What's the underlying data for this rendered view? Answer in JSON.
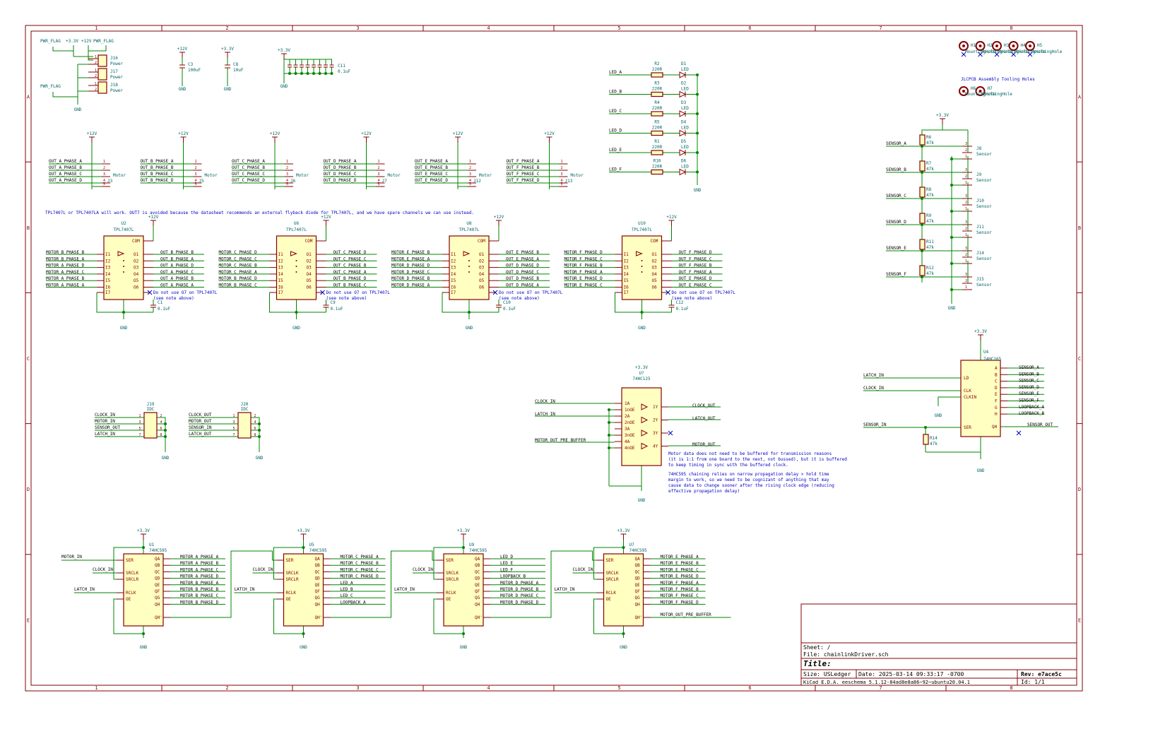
{
  "colors": {
    "frame": "#840000",
    "wire": "#008400",
    "label": "#000000",
    "part": "#840000",
    "body": "#ffffc2",
    "pin": "#840000",
    "power": "#006464",
    "note": "#0000c2",
    "ref": "#006464"
  },
  "frame": {
    "cols": [
      "1",
      "2",
      "3",
      "4",
      "5",
      "6",
      "7",
      "8"
    ],
    "rows": [
      "A",
      "B",
      "C",
      "D",
      "E"
    ]
  },
  "title_block": {
    "sheet": "Sheet: /",
    "file": "File: chainlinkDriver.sch",
    "title": "Title:",
    "size": "Size: USLedger",
    "date": "Date: 2025-03-14 09:33:17 -0700",
    "rev": "Rev: e7ace5c",
    "tool": "KiCad E.D.A.  eeschema 5.1.12-84ad8e8a86~92~ubuntu20.04.1",
    "id": "Id: 1/1"
  },
  "power_flags": {
    "pwr_flag": "PWR_FLAG",
    "p33": "+3.3V",
    "p12": "+12V",
    "gnd": "GND",
    "connectors": [
      {
        "ref": "J16",
        "val": "Power"
      },
      {
        "ref": "J17",
        "val": "Power"
      },
      {
        "ref": "J18",
        "val": "Power"
      }
    ]
  },
  "caps": {
    "c3": {
      "ref": "C3",
      "val": "100uF"
    },
    "c8": {
      "ref": "C8",
      "val": "10uF"
    },
    "c11": {
      "ref": "C11",
      "val": "0.1uF"
    }
  },
  "motor_connectors": [
    {
      "ref": "J3",
      "val": "Motor",
      "pins": [
        "OUT_A_PHASE_A",
        "OUT_A_PHASE_B",
        "OUT_A_PHASE_C",
        "OUT_A_PHASE_D"
      ]
    },
    {
      "ref": "J5",
      "val": "Motor",
      "pins": [
        "OUT_B_PHASE_A",
        "OUT_B_PHASE_B",
        "OUT_B_PHASE_C",
        "OUT_B_PHASE_D"
      ]
    },
    {
      "ref": "J6",
      "val": "Motor",
      "pins": [
        "OUT_C_PHASE_A",
        "OUT_C_PHASE_B",
        "OUT_C_PHASE_C",
        "OUT_C_PHASE_D"
      ]
    },
    {
      "ref": "J7",
      "val": "Motor",
      "pins": [
        "OUT_D_PHASE_A",
        "OUT_D_PHASE_B",
        "OUT_D_PHASE_C",
        "OUT_D_PHASE_D"
      ]
    },
    {
      "ref": "J12",
      "val": "Motor",
      "pins": [
        "OUT_E_PHASE_A",
        "OUT_E_PHASE_B",
        "OUT_E_PHASE_C",
        "OUT_E_PHASE_D"
      ]
    },
    {
      "ref": "J13",
      "val": "Motor",
      "pins": [
        "OUT_F_PHASE_A",
        "OUT_F_PHASE_B",
        "OUT_F_PHASE_C",
        "OUT_F_PHASE_D"
      ]
    }
  ],
  "note_tpl": "TPL7407L or TPL7407LA will work. OUT7 is avoided because the datasheet recommends an external flyback diode for TPL7407L, and we have spare channels we can use instead.",
  "drivers": [
    {
      "ref": "U2",
      "cap": "C1",
      "inputs": [
        "MOTOR_B_PHASE_B",
        "MOTOR_B_PHASE_A",
        "MOTOR_A_PHASE_D",
        "MOTOR_A_PHASE_C",
        "MOTOR_A_PHASE_B",
        "MOTOR_A_PHASE_A"
      ],
      "outputs": [
        "OUT_B_PHASE_B",
        "OUT_B_PHASE_A",
        "OUT_A_PHASE_D",
        "OUT_A_PHASE_C",
        "OUT_A_PHASE_B",
        "OUT_A_PHASE_A"
      ]
    },
    {
      "ref": "U6",
      "cap": "C9",
      "inputs": [
        "MOTOR_C_PHASE_D",
        "MOTOR_C_PHASE_C",
        "MOTOR_C_PHASE_B",
        "MOTOR_C_PHASE_A",
        "MOTOR_B_PHASE_D",
        "MOTOR_B_PHASE_C"
      ],
      "outputs": [
        "OUT_C_PHASE_D",
        "OUT_C_PHASE_C",
        "OUT_C_PHASE_B",
        "OUT_C_PHASE_A",
        "OUT_B_PHASE_D",
        "OUT_B_PHASE_C"
      ]
    },
    {
      "ref": "U8",
      "cap": "C10",
      "inputs": [
        "MOTOR_E_PHASE_B",
        "MOTOR_E_PHASE_A",
        "MOTOR_D_PHASE_D",
        "MOTOR_D_PHASE_C",
        "MOTOR_D_PHASE_B",
        "MOTOR_D_PHASE_A"
      ],
      "outputs": [
        "OUT_E_PHASE_B",
        "OUT_E_PHASE_A",
        "OUT_D_PHASE_D",
        "OUT_D_PHASE_C",
        "OUT_D_PHASE_B",
        "OUT_D_PHASE_A"
      ]
    },
    {
      "ref": "U10",
      "cap": "C12",
      "inputs": [
        "MOTOR_F_PHASE_D",
        "MOTOR_F_PHASE_C",
        "MOTOR_F_PHASE_B",
        "MOTOR_F_PHASE_A",
        "MOTOR_E_PHASE_D",
        "MOTOR_E_PHASE_C"
      ],
      "outputs": [
        "OUT_F_PHASE_D",
        "OUT_F_PHASE_C",
        "OUT_F_PHASE_B",
        "OUT_F_PHASE_A",
        "OUT_E_PHASE_D",
        "OUT_E_PHASE_C"
      ]
    }
  ],
  "driver_common": {
    "val": "TPL7407L",
    "capval": "0.1uF",
    "note1": "Do not use O7 on TPL7407L",
    "note2": "(see note above)",
    "com": "COM",
    "gnd": "GND",
    "vcc": "+12V"
  },
  "leds": [
    {
      "net": "LED_A",
      "r": "R2",
      "d": "D1"
    },
    {
      "net": "LED_B",
      "r": "R3",
      "d": "D2"
    },
    {
      "net": "LED_C",
      "r": "R4",
      "d": "D3"
    },
    {
      "net": "LED_D",
      "r": "R5",
      "d": "D4"
    },
    {
      "net": "LED_E",
      "r": "R1",
      "d": "D5"
    },
    {
      "net": "LED_F",
      "r": "R10",
      "d": "D6"
    }
  ],
  "led_common": {
    "rval": "220R",
    "dval": "LED"
  },
  "mounting": {
    "holes_top": [
      "H1",
      "H2",
      "H3",
      "H4",
      "H5"
    ],
    "hole_label": "MountingHole",
    "tooling": "JLCPCB Assembly Tooling Holes",
    "holes_bottom": [
      "H6",
      "H7"
    ]
  },
  "sensors": [
    {
      "net": "SENSOR_A",
      "r": "R6",
      "j": "J8"
    },
    {
      "net": "SENSOR_B",
      "r": "R7",
      "j": "J9"
    },
    {
      "net": "SENSOR_C",
      "r": "R8",
      "j": "J10"
    },
    {
      "net": "SENSOR_D",
      "r": "R9",
      "j": "J11"
    },
    {
      "net": "SENSOR_E",
      "r": "R11",
      "j": "J14"
    },
    {
      "net": "SENSOR_F",
      "r": "R12",
      "j": "J15"
    }
  ],
  "sensor_common": {
    "rval": "47k",
    "jval": "Sensor"
  },
  "idc": [
    {
      "ref": "J19",
      "val": "IDC",
      "labels": [
        "CLOCK_IN",
        "MOTOR_IN",
        "SENSOR_OUT",
        "LATCH_IN"
      ]
    },
    {
      "ref": "J20",
      "val": "IDC",
      "labels": [
        "CLOCK_OUT",
        "MOTOR_OUT",
        "SENSOR_IN",
        "LATCH_OUT"
      ]
    }
  ],
  "buffer": {
    "ref": "U?",
    "val": "74HC125",
    "pins_in": [
      "1A",
      "1nOE",
      "2A",
      "2nOE",
      "3A",
      "3nOE",
      "4A",
      "4nOE"
    ],
    "pins_out": [
      "1Y",
      "2Y",
      "3Y",
      "4Y"
    ],
    "in_labels": [
      "CLOCK_IN",
      "LATCH_IN",
      "MOTOR_OUT_PRE_BUFFER"
    ],
    "out_labels": [
      "CLOCK_OUT",
      "LATCH_OUT",
      "MOTOR_OUT"
    ],
    "note_a": [
      "Motor data does not need to be buffered for transmission reasons",
      "(it is 1:1 from one board to the next, not bussed), but it is buffered",
      "to keep timing in sync with the buffered clock."
    ],
    "note_b": [
      "74HC595 chaining relies on narrow propagation delay > hold time",
      "margin to work, so we need to be cognizant of anything that may",
      "cause data to change sooner after the rising clock edge (reducing",
      "effective propagation delay)"
    ]
  },
  "piso": {
    "ref": "U4",
    "val": "74HC165",
    "rref": "R14",
    "rval": "47k",
    "outputs": [
      "SENSOR_A",
      "SENSOR_B",
      "SENSOR_C",
      "SENSOR_D",
      "SENSOR_E",
      "SENSOR_F",
      "LOOPBACK_A",
      "LOOPBACK_B"
    ],
    "in_pins": [
      "LD",
      "CLK",
      "CLKIN",
      "SER"
    ],
    "out_pins": [
      "A",
      "B",
      "C",
      "D",
      "E",
      "F",
      "G",
      "H"
    ],
    "latch": "LATCH_IN",
    "clock": "CLOCK_IN",
    "ser": "SENSOR_IN",
    "qh": "SENSOR_OUT",
    "qhb": "QH"
  },
  "sipo": [
    {
      "ref": "U1",
      "ser": "MOTOR_IN",
      "outs": [
        "MOTOR_A_PHASE_A",
        "MOTOR_A_PHASE_B",
        "MOTOR_A_PHASE_C",
        "MOTOR_A_PHASE_D",
        "MOTOR_B_PHASE_A",
        "MOTOR_B_PHASE_B",
        "MOTOR_B_PHASE_C",
        "MOTOR_B_PHASE_D"
      ]
    },
    {
      "ref": "U5",
      "ser": "",
      "outs": [
        "MOTOR_C_PHASE_A",
        "MOTOR_C_PHASE_B",
        "MOTOR_C_PHASE_C",
        "MOTOR_C_PHASE_D",
        "LED_A",
        "LED_B",
        "LED_C",
        "LOOPBACK_A"
      ]
    },
    {
      "ref": "U9",
      "ser": "",
      "outs": [
        "LED_D",
        "LED_E",
        "LED_F",
        "LOOPBACK_B",
        "MOTOR_D_PHASE_A",
        "MOTOR_D_PHASE_B",
        "MOTOR_D_PHASE_C",
        "MOTOR_D_PHASE_D"
      ]
    },
    {
      "ref": "U7",
      "ser": "",
      "outs": [
        "MOTOR_E_PHASE_A",
        "MOTOR_E_PHASE_B",
        "MOTOR_E_PHASE_C",
        "MOTOR_E_PHASE_D",
        "MOTOR_F_PHASE_A",
        "MOTOR_F_PHASE_B",
        "MOTOR_F_PHASE_C",
        "MOTOR_F_PHASE_D"
      ],
      "qh": "MOTOR_OUT_PRE_BUFFER"
    }
  ],
  "sipo_common": {
    "val": "74HC595",
    "clock": "CLOCK_IN",
    "latch": "LATCH_IN",
    "vcc": "+3.3V",
    "gnd": "GND"
  }
}
